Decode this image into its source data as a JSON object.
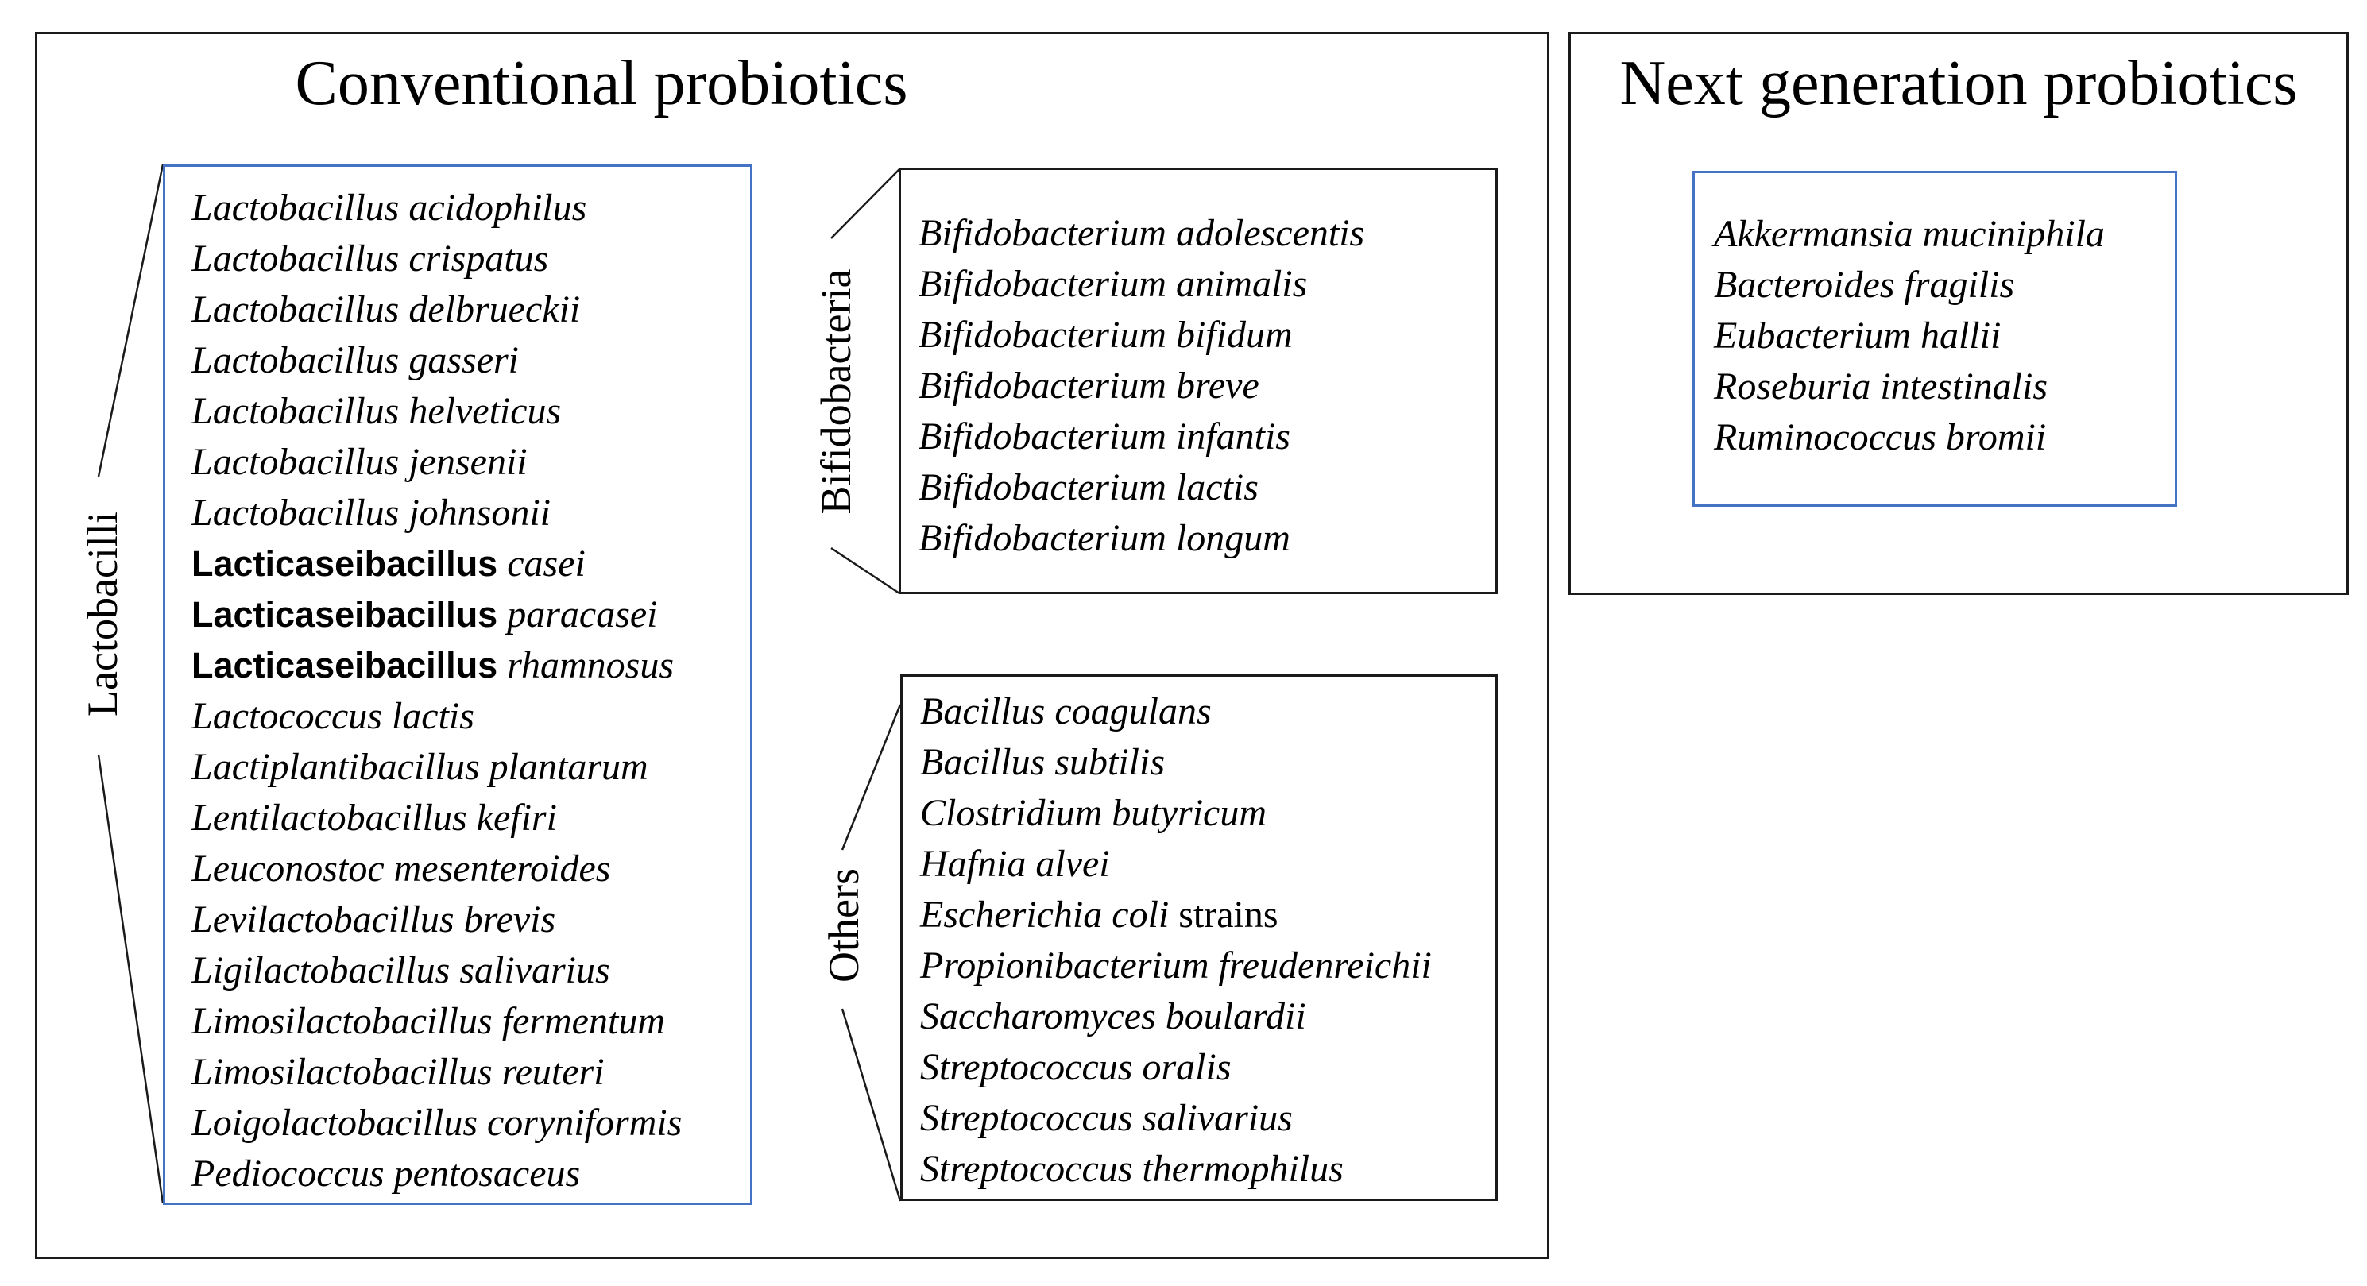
{
  "conventional": {
    "title": "Conventional probiotics",
    "lactobacilli": {
      "label": "Lactobacilli",
      "items": [
        {
          "genus": "Lactobacillus",
          "species": "acidophilus",
          "genus_bold": false
        },
        {
          "genus": "Lactobacillus",
          "species": "crispatus",
          "genus_bold": false
        },
        {
          "genus": "Lactobacillus",
          "species": "delbrueckii",
          "genus_bold": false
        },
        {
          "genus": "Lactobacillus",
          "species": "gasseri",
          "genus_bold": false
        },
        {
          "genus": "Lactobacillus",
          "species": "helveticus",
          "genus_bold": false
        },
        {
          "genus": "Lactobacillus",
          "species": "jensenii",
          "genus_bold": false
        },
        {
          "genus": "Lactobacillus",
          "species": "johnsonii",
          "genus_bold": false
        },
        {
          "genus": "Lacticaseibacillus",
          "species": "casei",
          "genus_bold": true
        },
        {
          "genus": "Lacticaseibacillus",
          "species": "paracasei",
          "genus_bold": true
        },
        {
          "genus": "Lacticaseibacillus",
          "species": "rhamnosus",
          "genus_bold": true
        },
        {
          "genus": "Lactococcus",
          "species": "lactis",
          "genus_bold": false
        },
        {
          "genus": "Lactiplantibacillus",
          "species": "plantarum",
          "genus_bold": false
        },
        {
          "genus": "Lentilactobacillus",
          "species": "kefiri",
          "genus_bold": false
        },
        {
          "genus": "Leuconostoc",
          "species": "mesenteroides",
          "genus_bold": false
        },
        {
          "genus": "Levilactobacillus",
          "species": "brevis",
          "genus_bold": false
        },
        {
          "genus": "Ligilactobacillus",
          "species": "salivarius",
          "genus_bold": false
        },
        {
          "genus": "Limosilactobacillus",
          "species": "fermentum",
          "genus_bold": false
        },
        {
          "genus": "Limosilactobacillus",
          "species": "reuteri",
          "genus_bold": false
        },
        {
          "genus": "Loigolactobacillus",
          "species": "coryniformis",
          "genus_bold": false
        },
        {
          "genus": "Pediococcus",
          "species": "pentosaceus",
          "genus_bold": false
        }
      ]
    },
    "bifidobacteria": {
      "label": "Bifidobacteria",
      "items": [
        {
          "genus": "Bifidobacterium",
          "species": "adolescentis"
        },
        {
          "genus": "Bifidobacterium",
          "species": "animalis"
        },
        {
          "genus": "Bifidobacterium",
          "species": "bifidum"
        },
        {
          "genus": "Bifidobacterium",
          "species": "breve"
        },
        {
          "genus": "Bifidobacterium",
          "species": "infantis"
        },
        {
          "genus": "Bifidobacterium",
          "species": "lactis"
        },
        {
          "genus": "Bifidobacterium",
          "species": "longum"
        }
      ]
    },
    "others": {
      "label": "Others",
      "items": [
        {
          "genus": "Bacillus",
          "species": "coagulans",
          "suffix": ""
        },
        {
          "genus": "Bacillus",
          "species": "subtilis",
          "suffix": ""
        },
        {
          "genus": "Clostridium",
          "species": "butyricum",
          "suffix": ""
        },
        {
          "genus": "Hafnia",
          "species": "alvei",
          "suffix": ""
        },
        {
          "genus": "Escherichia",
          "species": "coli",
          "suffix": "strains"
        },
        {
          "genus": "Propionibacterium",
          "species": "freudenreichii",
          "suffix": ""
        },
        {
          "genus": "Saccharomyces",
          "species": "boulardii",
          "suffix": ""
        },
        {
          "genus": "Streptococcus",
          "species": "oralis",
          "suffix": ""
        },
        {
          "genus": "Streptococcus",
          "species": "salivarius",
          "suffix": ""
        },
        {
          "genus": "Streptococcus",
          "species": "thermophilus",
          "suffix": ""
        }
      ]
    }
  },
  "next_generation": {
    "title": "Next generation probiotics",
    "items": [
      {
        "genus": "Akkermansia",
        "species": "muciniphila"
      },
      {
        "genus": "Bacteroides",
        "species": "fragilis"
      },
      {
        "genus": "Eubacterium",
        "species": "hallii"
      },
      {
        "genus": "Roseburia",
        "species": "intestinalis"
      },
      {
        "genus": "Ruminococcus",
        "species": "bromii"
      }
    ]
  },
  "colors": {
    "frame": "#1a1a1a",
    "list_box_accent": "#4472c4"
  }
}
